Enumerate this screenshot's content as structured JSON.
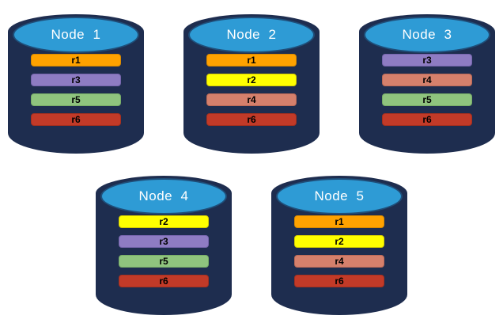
{
  "diagram": {
    "background": "#FFFFFF",
    "colors": {
      "cylinder_body": "#1E2D4F",
      "cylinder_top_fill": "#2E9BD5",
      "cylinder_top_border": "#1F4E79",
      "node_label_color": "#FFFFFF",
      "bar_label_color": "#000000"
    },
    "replica_colors": {
      "r1": {
        "fill": "#FFA200",
        "border": "#D98A00"
      },
      "r2": {
        "fill": "#FFFF00",
        "border": "#D6CE00"
      },
      "r3": {
        "fill": "#8E7CC3",
        "border": "#7665AD"
      },
      "r4": {
        "fill": "#D5806C",
        "border": "#BC6A57"
      },
      "r5": {
        "fill": "#8FC47E",
        "border": "#77AD67"
      },
      "r6": {
        "fill": "#C23A28",
        "border": "#A52F1F"
      }
    },
    "nodes": [
      {
        "id": "node-1",
        "label": "Node  1",
        "replicas": [
          "r1",
          "r3",
          "r5",
          "r6"
        ]
      },
      {
        "id": "node-2",
        "label": "Node  2",
        "replicas": [
          "r1",
          "r2",
          "r4",
          "r6"
        ]
      },
      {
        "id": "node-3",
        "label": "Node  3",
        "replicas": [
          "r3",
          "r4",
          "r5",
          "r6"
        ]
      },
      {
        "id": "node-4",
        "label": "Node  4",
        "replicas": [
          "r2",
          "r3",
          "r5",
          "r6"
        ]
      },
      {
        "id": "node-5",
        "label": "Node  5",
        "replicas": [
          "r1",
          "r2",
          "r4",
          "r6"
        ]
      }
    ]
  }
}
